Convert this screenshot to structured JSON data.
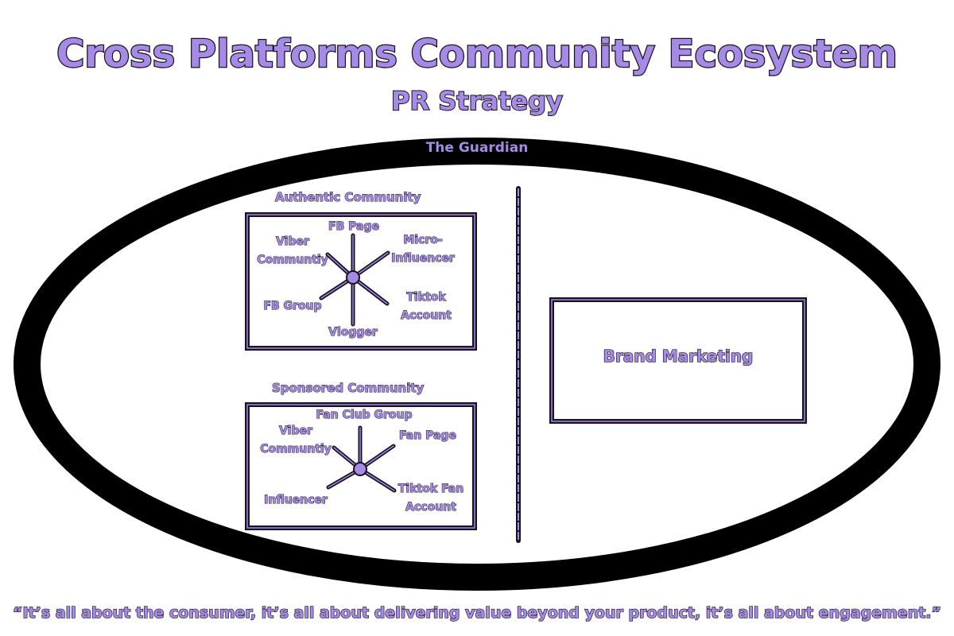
{
  "title": "Cross Platforms Community Ecosystem",
  "subtitle": "PR Strategy",
  "colors": {
    "accent": "#a58ae6",
    "outline": "#1a1220",
    "ring": "#000000",
    "background": "#ffffff"
  },
  "guardian": {
    "label": "The Guardian"
  },
  "authentic": {
    "title": "Authentic Community",
    "nodes": {
      "fb_page": "FB Page",
      "viber_l1": "Viber",
      "viber_l2": "Communtiy",
      "micro_l1": "Micro-",
      "micro_l2": "Influencer",
      "fb_group": "FB Group",
      "tiktok_l1": "Tiktok",
      "tiktok_l2": "Account",
      "vlogger": "Vlogger"
    }
  },
  "sponsored": {
    "title": "Sponsored Community",
    "nodes": {
      "fan_club": "Fan Club Group",
      "viber_l1": "Viber",
      "viber_l2": "Communtiy",
      "fan_page": "Fan Page",
      "influencer": "Influencer",
      "tiktok_l1": "Tiktok Fan",
      "tiktok_l2": "Account"
    }
  },
  "brand": {
    "label": "Brand Marketing"
  },
  "quote": "“It’s all about the consumer, it’s all about delivering value beyond your product, it’s all about engagement.”"
}
